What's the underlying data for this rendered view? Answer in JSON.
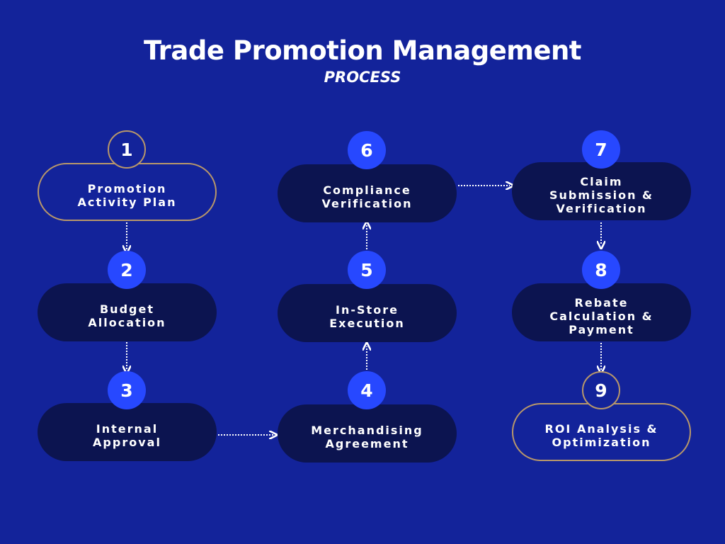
{
  "header": {
    "title": "Trade Promotion Management",
    "subtitle": "PROCESS"
  },
  "steps": [
    {
      "number": "1",
      "label": "Promotion\nActivity Plan"
    },
    {
      "number": "2",
      "label": "Budget\nAllocation"
    },
    {
      "number": "3",
      "label": "Internal\nApproval"
    },
    {
      "number": "4",
      "label": "Merchandising\nAgreement"
    },
    {
      "number": "5",
      "label": "In-Store\nExecution"
    },
    {
      "number": "6",
      "label": "Compliance\nVerification"
    },
    {
      "number": "7",
      "label": "Claim\nSubmission &\nVerification"
    },
    {
      "number": "8",
      "label": "Rebate\nCalculation &\nPayment"
    },
    {
      "number": "9",
      "label": "ROI Analysis &\nOptimization"
    }
  ],
  "colors": {
    "background": "#13239a",
    "pill": "#0c1450",
    "circle": "#2748ff",
    "gold": "#b8976a"
  }
}
